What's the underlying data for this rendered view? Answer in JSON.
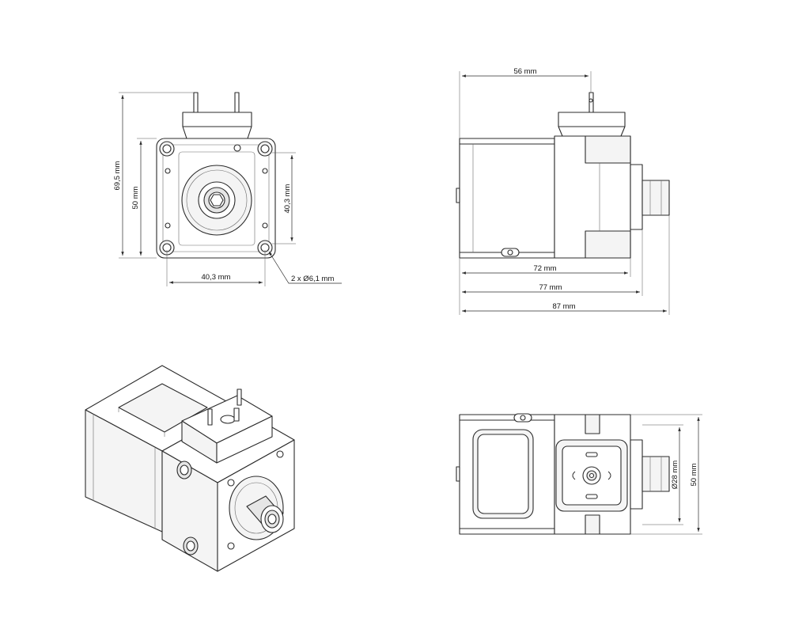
{
  "colors": {
    "line": "#2b2b2b",
    "background": "#ffffff"
  },
  "views": {
    "front": {
      "dim_height_total": "69,5 mm",
      "dim_height_body": "50 mm",
      "dim_hole_spacing_v": "40,3 mm",
      "dim_hole_spacing_h": "40,3 mm",
      "dim_holes": "2 x Ø6,1 mm"
    },
    "side": {
      "dim_connector": "56 mm",
      "dim_72": "72 mm",
      "dim_77": "77 mm",
      "dim_87": "87 mm"
    },
    "top": {
      "dim_diameter": "Ø28 mm",
      "dim_width": "50 mm"
    }
  }
}
